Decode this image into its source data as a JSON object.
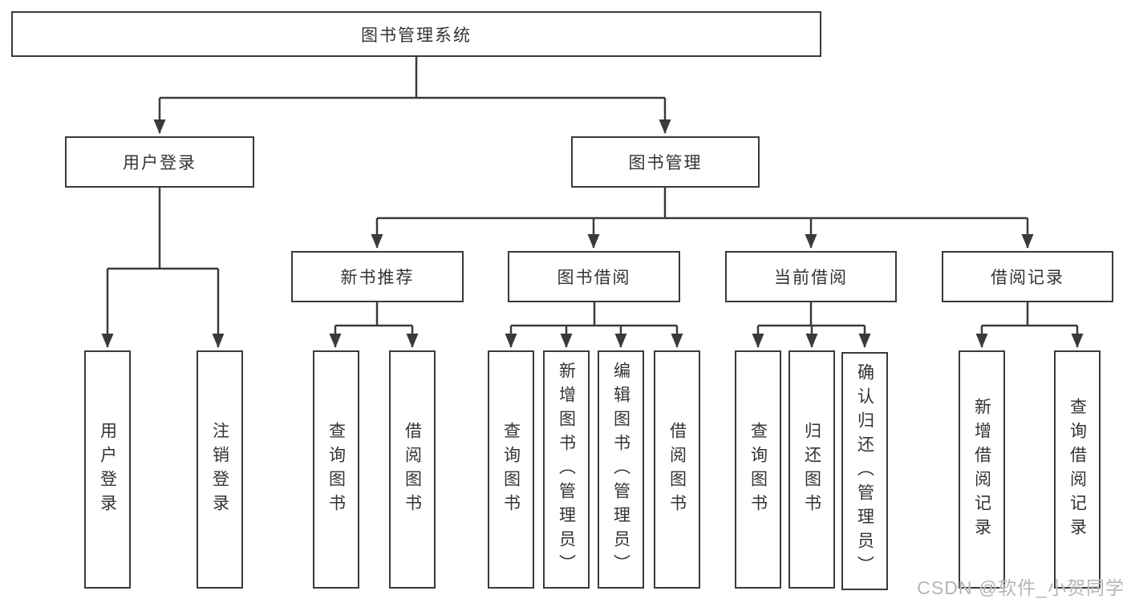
{
  "diagram": {
    "root": {
      "label": "图书管理系统"
    },
    "level2": [
      {
        "id": "user-login",
        "label": "用户登录"
      },
      {
        "id": "book-management",
        "label": "图书管理"
      }
    ],
    "level3": [
      {
        "id": "new-book-recommend",
        "parent": "图书管理",
        "label": "新书推荐"
      },
      {
        "id": "book-borrowing",
        "parent": "图书管理",
        "label": "图书借阅"
      },
      {
        "id": "current-borrowing",
        "parent": "图书管理",
        "label": "当前借阅"
      },
      {
        "id": "borrowing-records",
        "parent": "图书管理",
        "label": "借阅记录"
      }
    ],
    "leaves": [
      {
        "parent": "用户登录",
        "label": "用户登录"
      },
      {
        "parent": "用户登录",
        "label": "注销登录"
      },
      {
        "parent": "新书推荐",
        "label": "查询图书"
      },
      {
        "parent": "新书推荐",
        "label": "借阅图书"
      },
      {
        "parent": "图书借阅",
        "label": "查询图书"
      },
      {
        "parent": "图书借阅",
        "label": "新增图书（管理员）"
      },
      {
        "parent": "图书借阅",
        "label": "编辑图书（管理员）"
      },
      {
        "parent": "图书借阅",
        "label": "借阅图书"
      },
      {
        "parent": "当前借阅",
        "label": "查询图书"
      },
      {
        "parent": "当前借阅",
        "label": "归还图书"
      },
      {
        "parent": "当前借阅",
        "label": "确认归还（管理员）"
      },
      {
        "parent": "借阅记录",
        "label": "新增借阅记录"
      },
      {
        "parent": "借阅记录",
        "label": "查询借阅记录"
      }
    ]
  },
  "watermark": {
    "text": "CSDN @软件_小贺同学"
  },
  "colors": {
    "line": "#3a3a3a",
    "text": "#333333",
    "box_background": "#ffffff",
    "page_background": "#ffffff",
    "watermark": "#b5b5b5"
  }
}
